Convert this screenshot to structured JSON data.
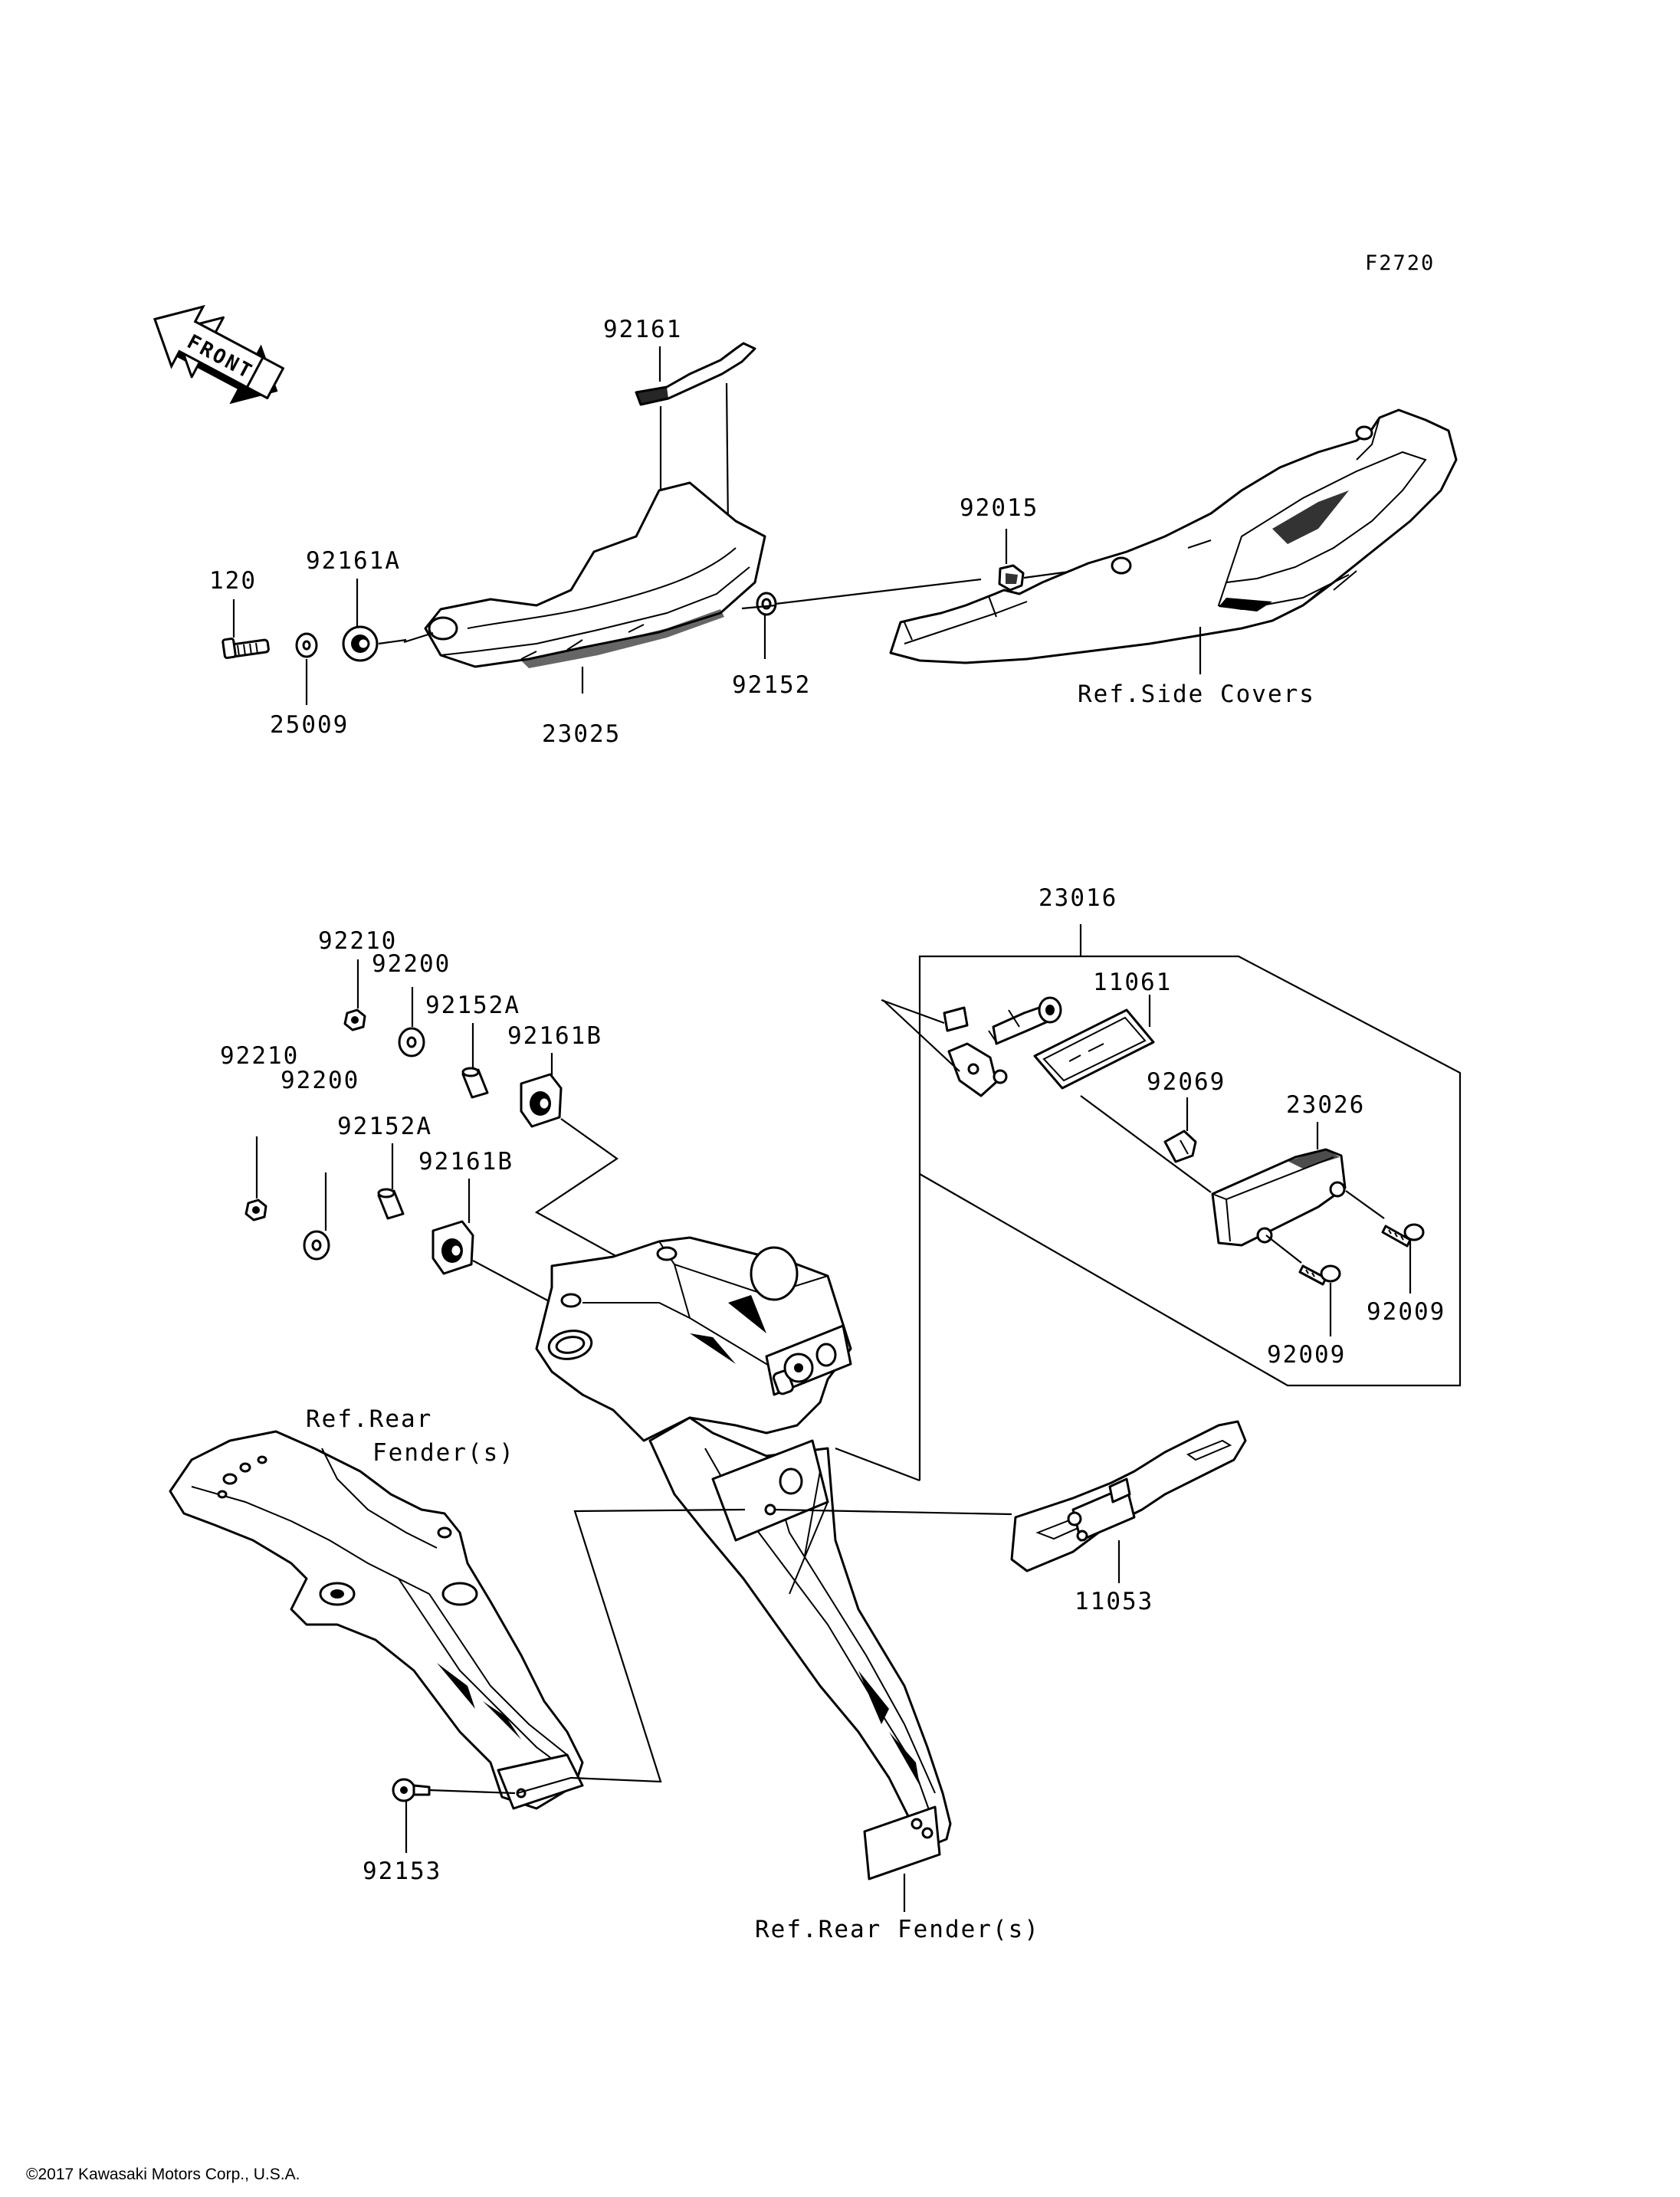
{
  "figure": {
    "id": "F2720"
  },
  "front_arrow": {
    "text": "FRONT",
    "icon": "front-direction-arrow-icon"
  },
  "top_assembly": {
    "labels": {
      "p92161": "92161",
      "p92015": "92015",
      "p92161A": "92161A",
      "p120": "120",
      "p92152": "92152",
      "p25009": "25009",
      "p23025": "23025",
      "ref_side_covers": "Ref.Side Covers"
    }
  },
  "bottom_assembly": {
    "labels": {
      "p23016": "23016",
      "p11061": "11061",
      "p92210_a": "92210",
      "p92200_a": "92200",
      "p92152A_a": "92152A",
      "p92161B_a": "92161B",
      "p92210_b": "92210",
      "p92200_b": "92200",
      "p92069": "92069",
      "p23026": "23026",
      "p92152A_b": "92152A",
      "p92161B_b": "92161B",
      "p92009_a": "92009",
      "p92009_b": "92009",
      "ref_rear_fender_a_line1": "Ref.Rear",
      "ref_rear_fender_a_line2": "Fender(s)",
      "p11053": "11053",
      "p92153": "92153",
      "ref_rear_fender_b": "Ref.Rear Fender(s)"
    }
  },
  "copyright": "©2017 Kawasaki Motors Corp., U.S.A."
}
